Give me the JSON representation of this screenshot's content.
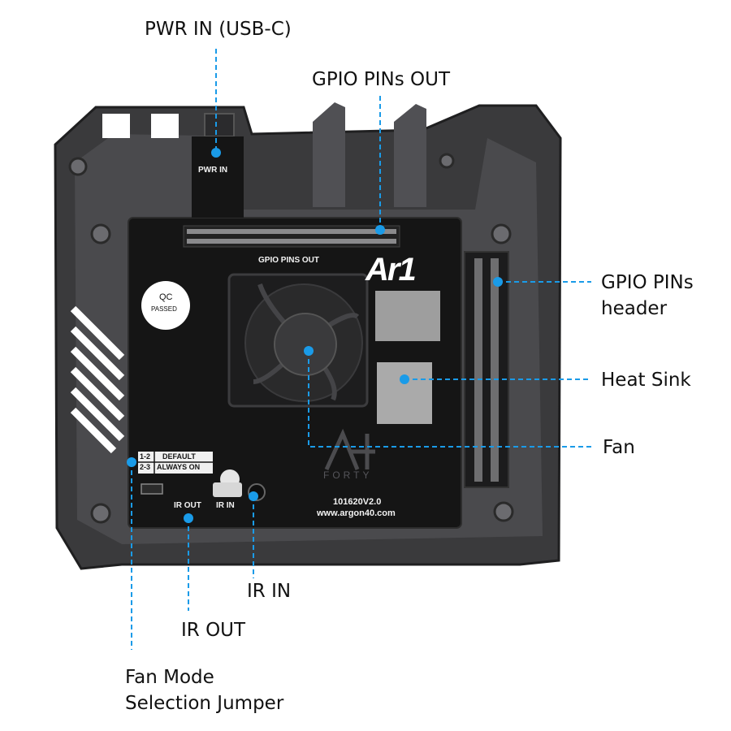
{
  "callouts": {
    "pwr_in_usbc": "PWR IN (USB-C)",
    "gpio_pins_out": "GPIO PINs OUT",
    "gpio_header_line1": "GPIO PINs",
    "gpio_header_line2": "header",
    "heat_sink": "Heat Sink",
    "fan": "Fan",
    "ir_in": "IR IN",
    "ir_out": "IR OUT",
    "fan_mode_line1": "Fan Mode",
    "fan_mode_line2": "Selection Jumper"
  },
  "board": {
    "pwr_in": "PWR IN",
    "gpio_pins_out": "GPIO PINS OUT",
    "logo": "Ar1",
    "qc_line1": "QC",
    "qc_line2": "PASSED",
    "jumper_row1_pins": "1-2",
    "jumper_row1_mode": "DEFAULT",
    "jumper_row2_pins": "2-3",
    "jumper_row2_mode": "ALWAYS ON",
    "ir_out": "IR OUT",
    "ir_in": "IR IN",
    "revision": "101620V2.0",
    "website": "www.argon40.com",
    "brand": "FORTY"
  },
  "colors": {
    "accent": "#1a9be8",
    "case": "#3a3a3c",
    "pcb": "#151515"
  }
}
